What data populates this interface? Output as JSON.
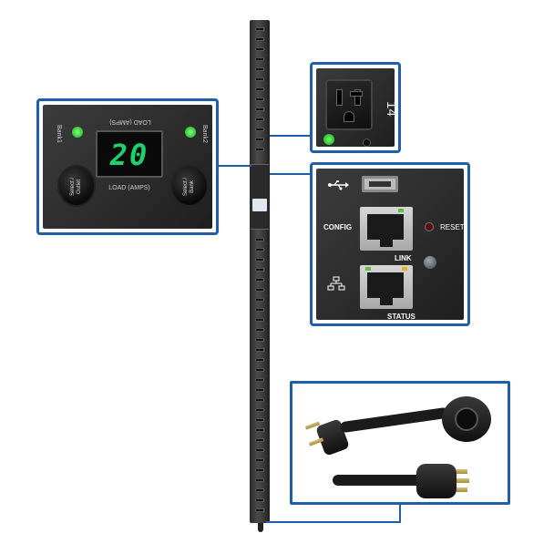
{
  "display_panel": {
    "value": "20",
    "load_top": "LOAD (AMPS)",
    "load_bottom": "LOAD (AMPS)",
    "bank1": "Bank1",
    "bank2": "Bank2",
    "knob_left": "Select / Outlet",
    "knob_right": "Select / Bank"
  },
  "outlet_panel": {
    "number": "14"
  },
  "network_panel": {
    "config": "CONFIG",
    "reset": "RESET",
    "link": "LINK",
    "status": "STATUS",
    "usb_icon": "usb-icon",
    "network_icon": "network-icon"
  },
  "colors": {
    "accent": "#1e5fa8",
    "led_green": "#1dd16c",
    "panel_dark": "#2b2b2b"
  }
}
